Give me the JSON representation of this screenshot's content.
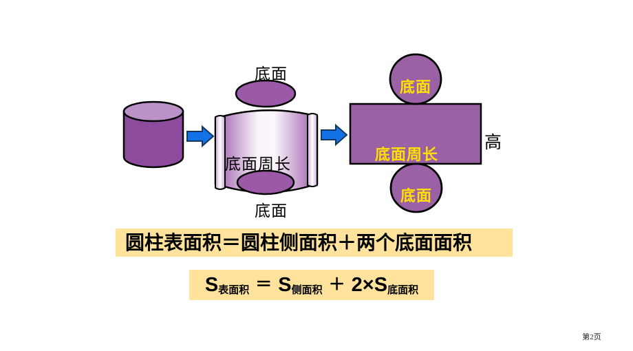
{
  "page": {
    "background": "#ffffff",
    "number_label": "第2页"
  },
  "colors": {
    "cylinder_body": "#8C4B9C",
    "cylinder_top": "#BB92C7",
    "ellipse_purple": "#9C59A8",
    "net_purple": "#9A62A4",
    "sheet_edge": "#9C59A8",
    "sheet_mid": "#FAF6FB",
    "curl_edge": "#C9A6D3",
    "curl_mid": "#FFFFFF",
    "arrow_fill": "#1273E8",
    "arrow_outline": "#17375E",
    "label_yellow": "#FFE000",
    "box_yellow": "#FFE29B",
    "outline_black": "#000000"
  },
  "rolled": {
    "top_label": "底面",
    "side_label": "底面周长",
    "bottom_label": "底面"
  },
  "net": {
    "top_label": "底面",
    "side_label": "底面周长",
    "bottom_label": "底面",
    "height_label": "高"
  },
  "summary": {
    "text": "圆柱表面积＝圆柱侧面积＋两个底面面积"
  },
  "formula": {
    "term1_base": "S",
    "term1_sub": "表面积",
    "equals": "＝",
    "term2_base": "S",
    "term2_sub": "侧面积",
    "plus": "＋",
    "term3_base": "2×S",
    "term3_sub": "底面积"
  }
}
